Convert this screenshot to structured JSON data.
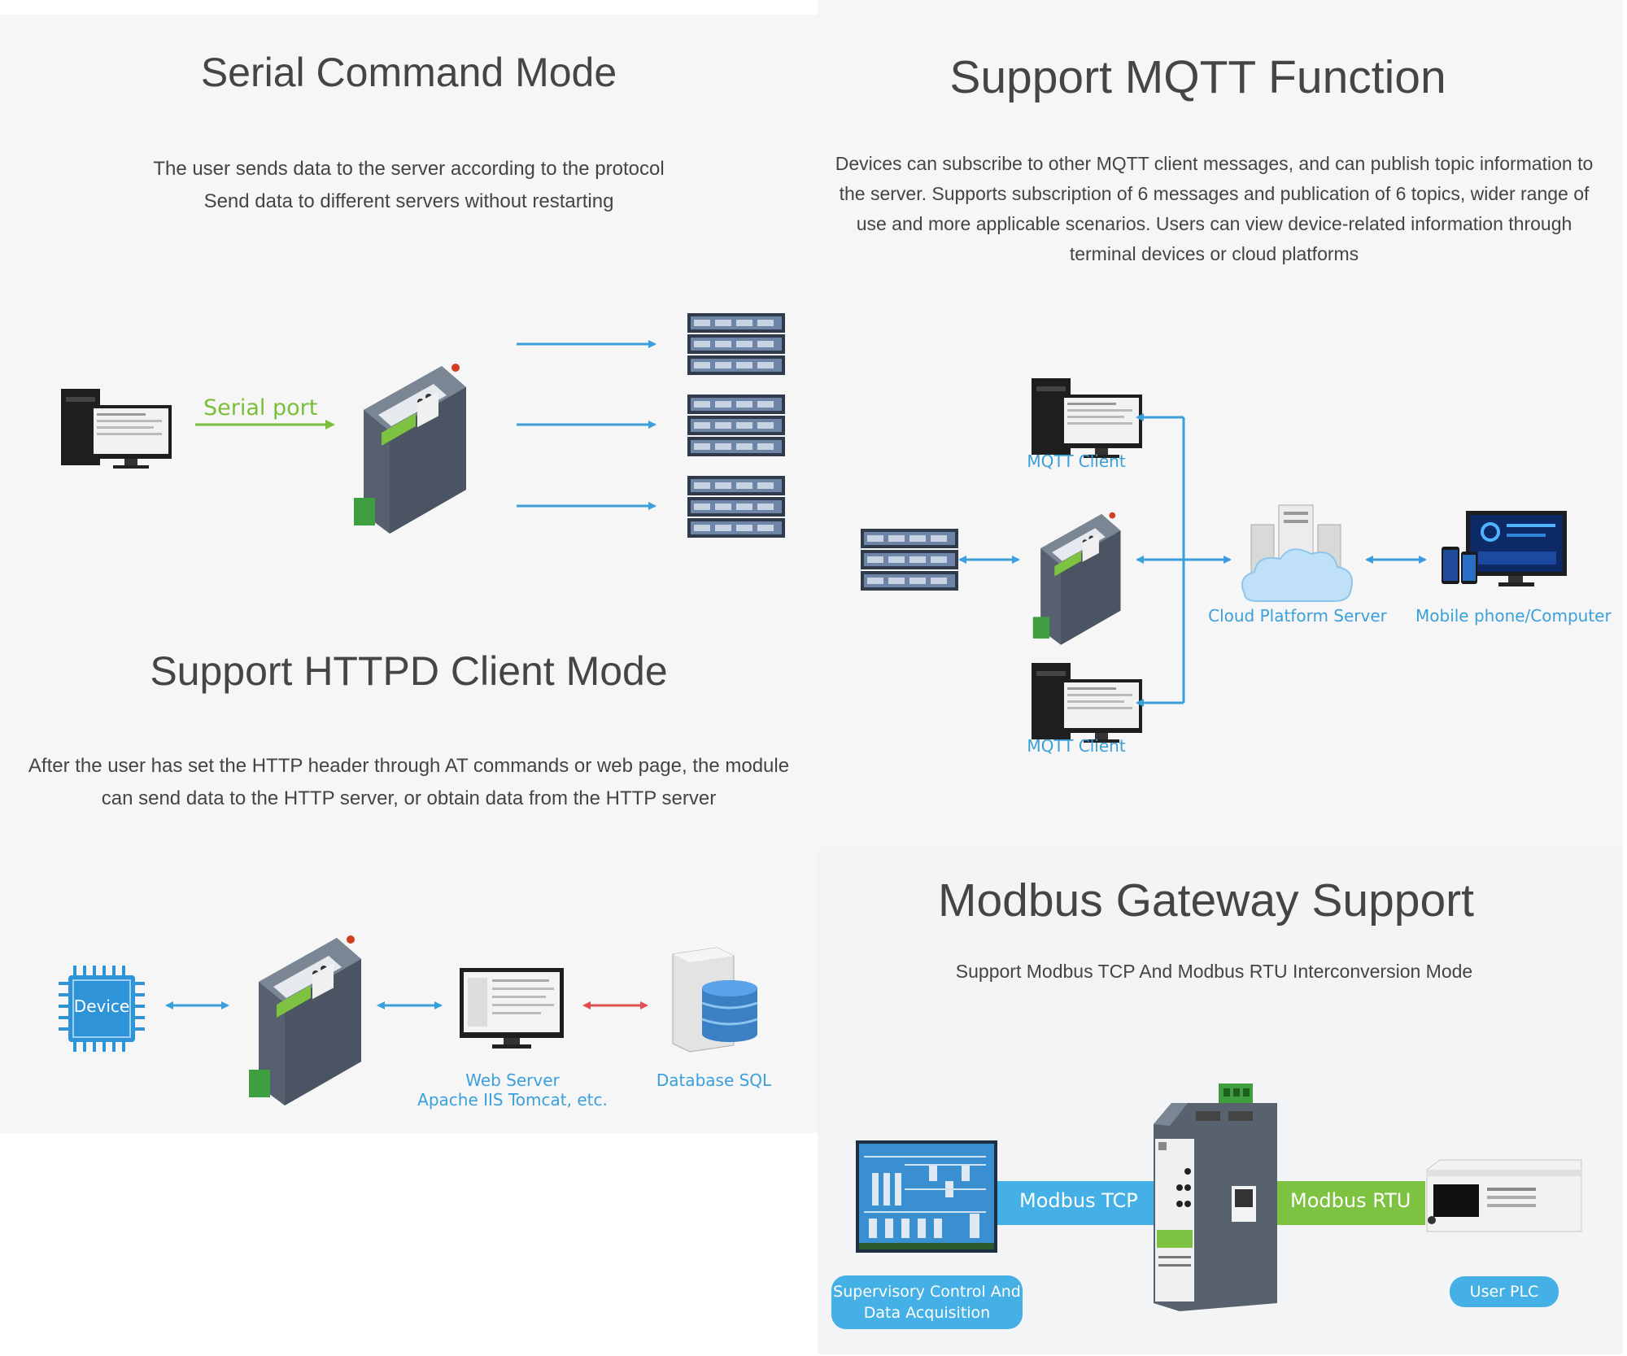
{
  "serial": {
    "title": "Serial Command Mode",
    "desc": [
      "The user sends data to the server according to the protocol",
      "Send data to different servers without restarting"
    ],
    "label": "Serial port"
  },
  "httpd": {
    "title": "Support HTTPD Client Mode",
    "desc": [
      "After the user has set the HTTP header through AT commands or web page, the module",
      "can send data to the HTTP server, or obtain data from the HTTP server"
    ],
    "device_label": "Device",
    "web_server_label": [
      "Web Server",
      "Apache IIS Tomcat, etc."
    ],
    "database_label": "Database SQL"
  },
  "mqtt": {
    "title": "Support MQTT Function",
    "desc": [
      "Devices can subscribe to other MQTT client messages, and can publish topic information to",
      "the server. Supports subscription of 6 messages and publication of 6 topics, wider range of",
      "use and more applicable scenarios. Users can view device-related information through",
      "terminal devices or cloud platforms"
    ],
    "client_top": "MQTT Client",
    "client_bottom": "MQTT Client",
    "cloud": "Cloud Platform Server",
    "mobile": "Mobile phone/Computer"
  },
  "modbus": {
    "title": "Modbus Gateway Support",
    "desc": "Support Modbus TCP And Modbus RTU Interconversion Mode",
    "tcp": "Modbus TCP",
    "rtu": "Modbus RTU",
    "scada": [
      "Supervisory Control And",
      "Data Acquisition"
    ],
    "plc": "User PLC"
  },
  "colors": {
    "blue": "#3aa0db",
    "green": "#79bf3a",
    "red": "#e05050",
    "pill": "#45b0e6",
    "rtu": "#7ec241"
  }
}
